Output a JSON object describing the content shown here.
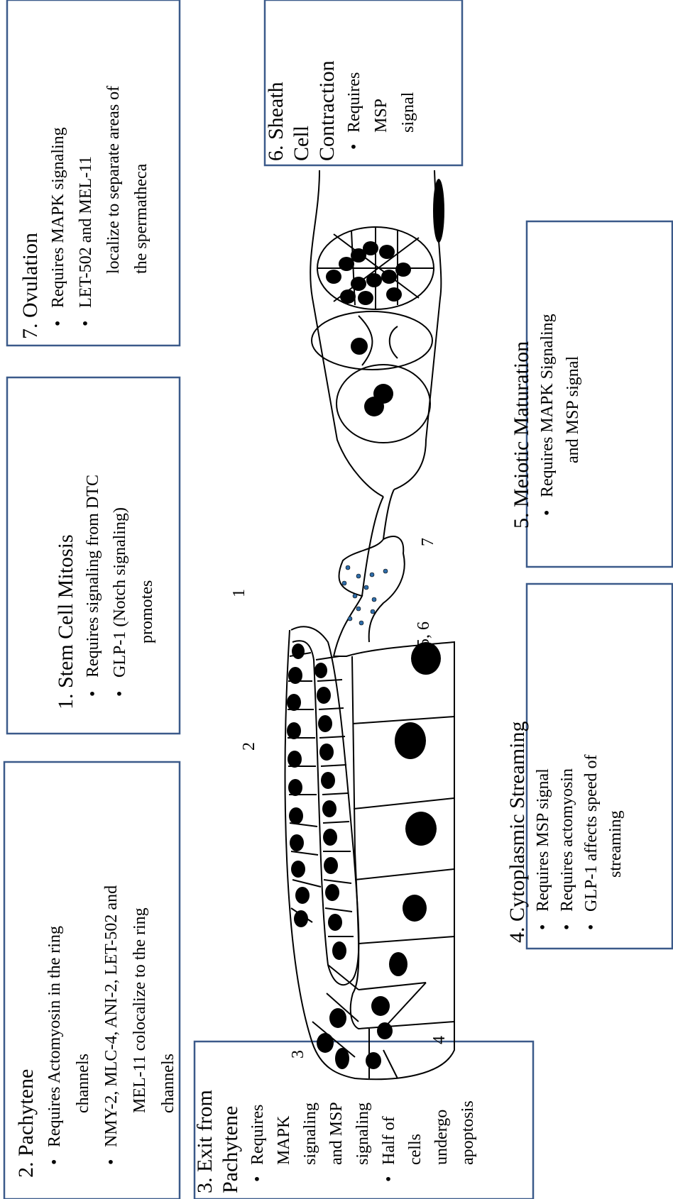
{
  "boxes": {
    "ovulation": {
      "title": "7. Ovulation",
      "bullets": [
        [
          "Requires MAPK signaling"
        ],
        [
          "LET-502 and MEL-11",
          "localize to separate areas of",
          "the spermatheca"
        ]
      ]
    },
    "stem_cell": {
      "title": "1. Stem Cell Mitosis",
      "bullets": [
        [
          "Requires signaling from DTC"
        ],
        [
          "GLP-1 (Notch signaling)",
          "promotes"
        ]
      ]
    },
    "pachytene": {
      "title": "2. Pachytene",
      "bullets": [
        [
          "Requires Actomyosin in the ring",
          "channels"
        ],
        [
          "NMY-2, MLC-4, ANI-2, LET-502 and",
          "MEL-11 colocalize to the ring",
          "channels"
        ]
      ]
    },
    "sheath": {
      "title": [
        "6. Sheath",
        "Cell",
        "Contraction"
      ],
      "bullets": [
        [
          "Requires",
          "MSP",
          "signal"
        ]
      ]
    },
    "meiotic": {
      "title": "5. Meiotic Maturation",
      "bullets": [
        [
          "Requires MAPK Signaling",
          "and MSP signal"
        ]
      ]
    },
    "cytoplasmic": {
      "title": "4. Cytoplasmic Streaming",
      "bullets": [
        [
          "Requires MSP signal"
        ],
        [
          "Requires actomyosin"
        ],
        [
          "GLP-1 affects speed of",
          "streaming"
        ]
      ]
    },
    "exit": {
      "title": [
        "3. Exit from",
        "Pachytene"
      ],
      "bullets": [
        [
          "Requires",
          "MAPK",
          "signaling",
          "and MSP",
          "signaling"
        ],
        [
          "Half of",
          "cells",
          "undergo",
          "apoptosis"
        ]
      ]
    }
  },
  "diagram_labels": {
    "l1": "1",
    "l2": "2",
    "l3": "3",
    "l4": "4",
    "l56": "5, 6",
    "l7": "7"
  },
  "colors": {
    "box_border": "#3b5a8a",
    "sperm_dot": "#2e6ca8"
  }
}
